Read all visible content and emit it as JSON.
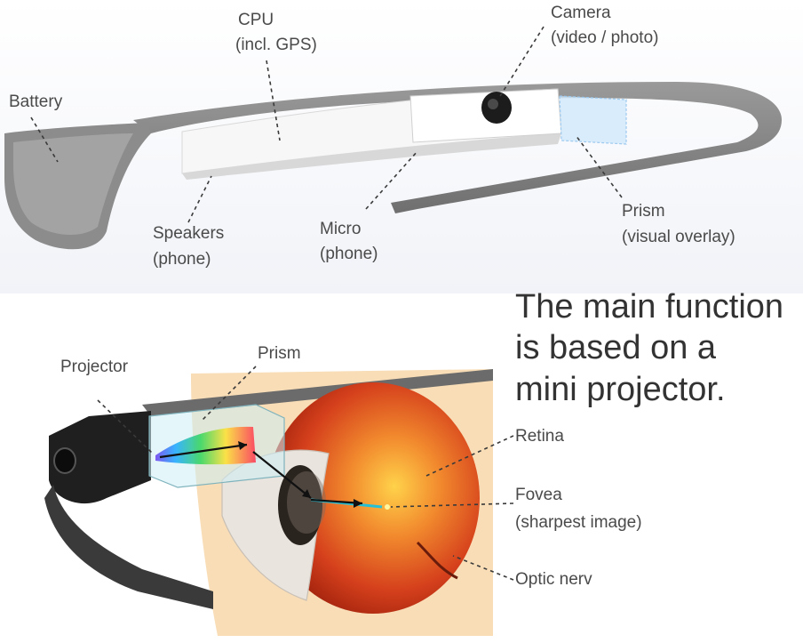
{
  "labels": {
    "cpu": "CPU",
    "cpu_sub": "(incl. GPS)",
    "camera": "Camera",
    "camera_sub": "(video / photo)",
    "battery": "Battery",
    "speakers": "Speakers",
    "speakers_sub": "(phone)",
    "micro": "Micro",
    "micro_sub": "(phone)",
    "prism_top": "Prism",
    "prism_top_sub": "(visual overlay)",
    "projector": "Projector",
    "prism_bottom": "Prism",
    "retina": "Retina",
    "fovea": "Fovea",
    "fovea_sub": "(sharpest image)",
    "optic": "Optic nerv"
  },
  "caption": {
    "line1": "The main function",
    "line2": "is based on a",
    "line3": "mini projector."
  }
}
